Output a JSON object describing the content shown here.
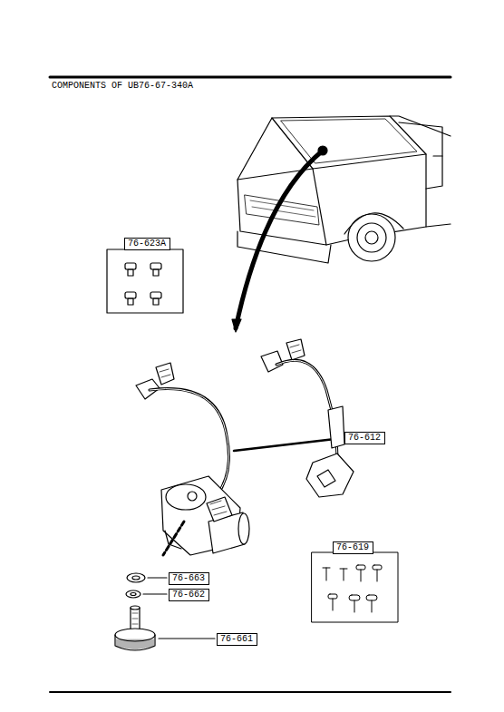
{
  "diagram": {
    "title": "COMPONENTS OF UB76-67-340A",
    "nodes": [
      {
        "text": [
          "76-623A"
        ]
      },
      {
        "text": [
          "76-612"
        ]
      },
      {
        "text": [
          "76-619"
        ]
      },
      {
        "text": [
          "76-663"
        ]
      },
      {
        "text": [
          "76-662"
        ]
      },
      {
        "text": [
          "76-661"
        ]
      }
    ]
  }
}
